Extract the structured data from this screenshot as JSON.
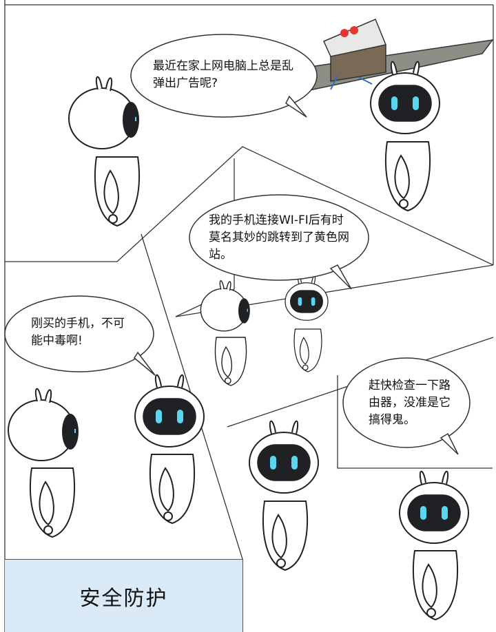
{
  "panels": {
    "panel1": {
      "speech": "最近在家上网电脑上总是乱弹出广告呢?"
    },
    "panel2": {
      "speech": "我的手机连接WI-FI后有时莫名其妙的跳转到了黄色网站。"
    },
    "panel3": {
      "speech": "刚买的手机，不可能中毒啊!"
    },
    "panel4": {
      "speech": "赶快检查一下路由器，没准是它搞得鬼。"
    }
  },
  "caption": {
    "title": "安全防护"
  },
  "colors": {
    "caption_bg": "#daeaf6",
    "eye": "#5ad6f0",
    "face": "#1f2125",
    "router_red": "#e8352e",
    "paper_plane": "#8b8f86"
  }
}
